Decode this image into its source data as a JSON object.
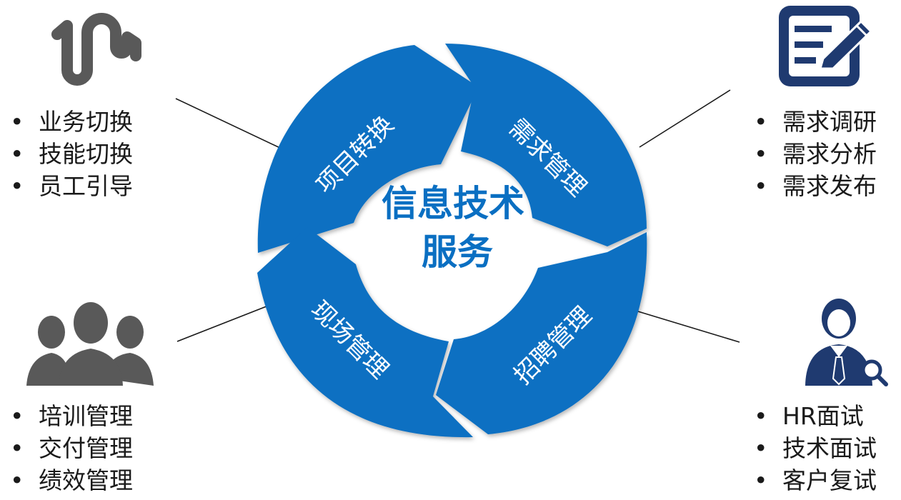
{
  "center": {
    "line1": "信息技术",
    "line2": "服务"
  },
  "segments": [
    {
      "label": "项目转换"
    },
    {
      "label": "需求管理"
    },
    {
      "label": "招聘管理"
    },
    {
      "label": "现场管理"
    }
  ],
  "groups": {
    "top_left": {
      "icon": "switch-wave-icon",
      "items": [
        "业务切换",
        "技能切换",
        "员工引导"
      ]
    },
    "top_right": {
      "icon": "document-edit-icon",
      "items": [
        "需求调研",
        "需求分析",
        "需求发布"
      ]
    },
    "bottom_left": {
      "icon": "group-people-icon",
      "items": [
        "培训管理",
        "交付管理",
        "绩效管理"
      ]
    },
    "bottom_right": {
      "icon": "recruiter-search-icon",
      "items": [
        "HR面试",
        "技术面试",
        "客户复试"
      ]
    }
  },
  "colors": {
    "segment_fill": "#0a6fc2",
    "center_text": "#0a6fc2",
    "icon_gray": "#595959",
    "icon_navy": "#1f3a70"
  }
}
